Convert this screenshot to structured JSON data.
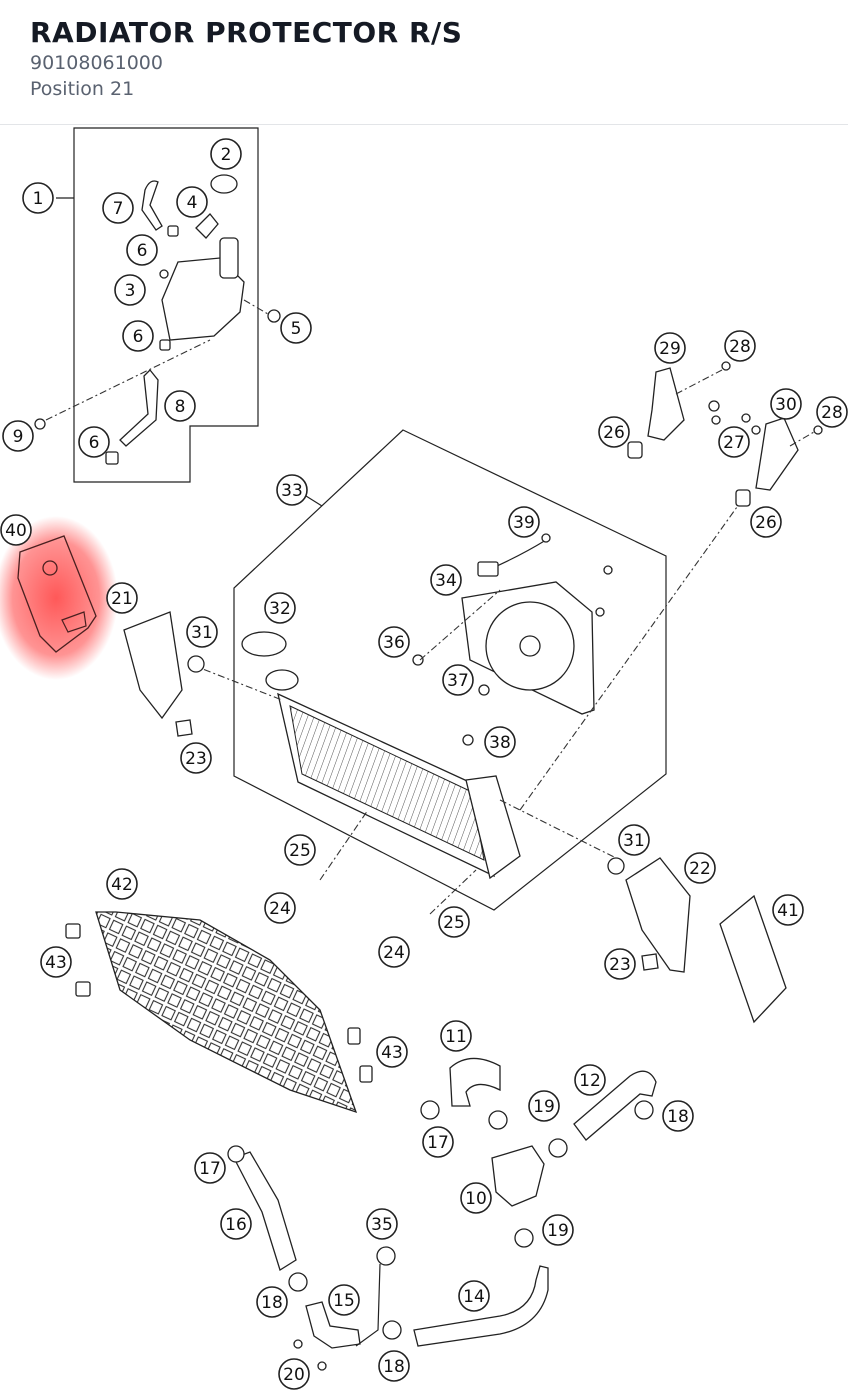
{
  "header": {
    "title": "RADIATOR PROTECTOR R/S",
    "part_number": "90108061000",
    "position": "Position 21"
  },
  "highlight": {
    "color": "#ff3b3b",
    "callout": "40"
  },
  "callouts": [
    {
      "id": "c1",
      "label": "1"
    },
    {
      "id": "c2",
      "label": "2"
    },
    {
      "id": "c3",
      "label": "3"
    },
    {
      "id": "c4",
      "label": "4"
    },
    {
      "id": "c5",
      "label": "5"
    },
    {
      "id": "c6a",
      "label": "6"
    },
    {
      "id": "c6b",
      "label": "6"
    },
    {
      "id": "c6c",
      "label": "6"
    },
    {
      "id": "c7",
      "label": "7"
    },
    {
      "id": "c8",
      "label": "8"
    },
    {
      "id": "c9",
      "label": "9"
    },
    {
      "id": "c10",
      "label": "10"
    },
    {
      "id": "c11",
      "label": "11"
    },
    {
      "id": "c12",
      "label": "12"
    },
    {
      "id": "c14",
      "label": "14"
    },
    {
      "id": "c15",
      "label": "15"
    },
    {
      "id": "c16",
      "label": "16"
    },
    {
      "id": "c17a",
      "label": "17"
    },
    {
      "id": "c17b",
      "label": "17"
    },
    {
      "id": "c18a",
      "label": "18"
    },
    {
      "id": "c18b",
      "label": "18"
    },
    {
      "id": "c18c",
      "label": "18"
    },
    {
      "id": "c19a",
      "label": "19"
    },
    {
      "id": "c19b",
      "label": "19"
    },
    {
      "id": "c20",
      "label": "20"
    },
    {
      "id": "c21",
      "label": "21"
    },
    {
      "id": "c22",
      "label": "22"
    },
    {
      "id": "c23a",
      "label": "23"
    },
    {
      "id": "c23b",
      "label": "23"
    },
    {
      "id": "c24a",
      "label": "24"
    },
    {
      "id": "c24b",
      "label": "24"
    },
    {
      "id": "c25a",
      "label": "25"
    },
    {
      "id": "c25b",
      "label": "25"
    },
    {
      "id": "c26a",
      "label": "26"
    },
    {
      "id": "c26b",
      "label": "26"
    },
    {
      "id": "c27",
      "label": "27"
    },
    {
      "id": "c28a",
      "label": "28"
    },
    {
      "id": "c28b",
      "label": "28"
    },
    {
      "id": "c29",
      "label": "29"
    },
    {
      "id": "c30",
      "label": "30"
    },
    {
      "id": "c31a",
      "label": "31"
    },
    {
      "id": "c31b",
      "label": "31"
    },
    {
      "id": "c32",
      "label": "32"
    },
    {
      "id": "c33",
      "label": "33"
    },
    {
      "id": "c34",
      "label": "34"
    },
    {
      "id": "c35",
      "label": "35"
    },
    {
      "id": "c36",
      "label": "36"
    },
    {
      "id": "c37",
      "label": "37"
    },
    {
      "id": "c38",
      "label": "38"
    },
    {
      "id": "c39",
      "label": "39"
    },
    {
      "id": "c40",
      "label": "40"
    },
    {
      "id": "c41",
      "label": "41"
    },
    {
      "id": "c42",
      "label": "42"
    },
    {
      "id": "c43a",
      "label": "43"
    },
    {
      "id": "c43b",
      "label": "43"
    }
  ]
}
